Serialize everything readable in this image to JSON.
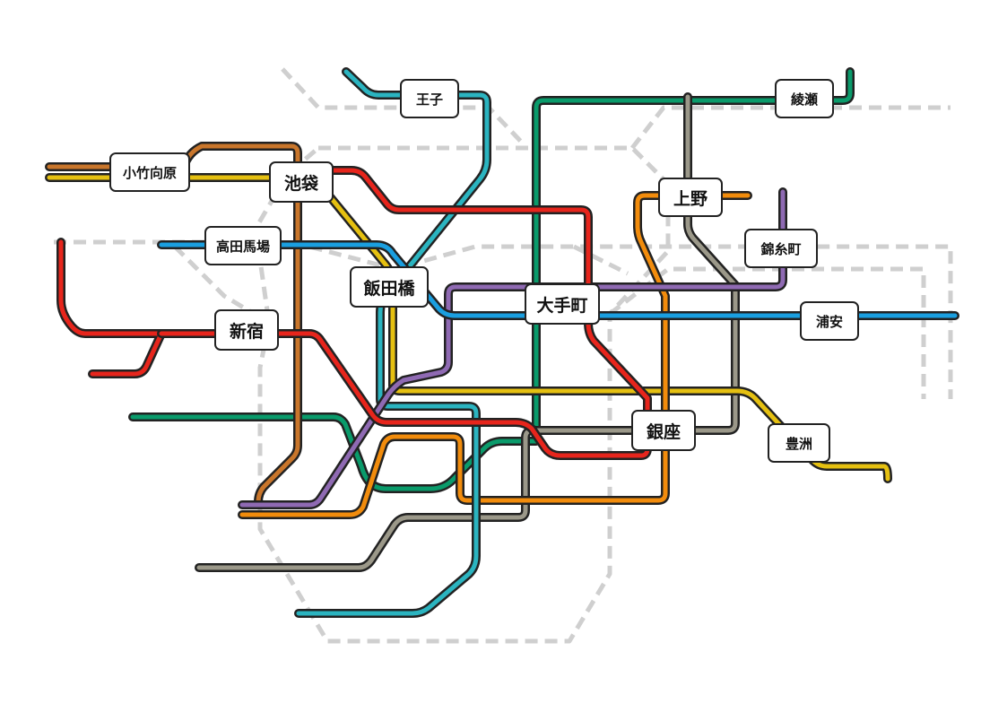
{
  "map": {
    "jr_color": "#cfcfcf",
    "lines": [
      {
        "id": "chiyoda",
        "color": "#0a9b6b"
      },
      {
        "id": "hibiya",
        "color": "#9b9889"
      },
      {
        "id": "yurakucho",
        "color": "#c9762b"
      },
      {
        "id": "fukutoshin",
        "color": "#b0662c"
      },
      {
        "id": "yurakucho-main",
        "color": "#e5c011"
      },
      {
        "id": "marunouchi",
        "color": "#e7251c"
      },
      {
        "id": "tozai",
        "color": "#1a9fe0"
      },
      {
        "id": "hanzomon",
        "color": "#8f6ab3"
      },
      {
        "id": "namboku",
        "color": "#2bb4c0"
      },
      {
        "id": "ginza",
        "color": "#f28c0c"
      }
    ],
    "stations": {
      "oji": "王子",
      "ayase": "綾瀬",
      "kotake_mukaihara": "小竹向原",
      "ikebukuro": "池袋",
      "ueno": "上野",
      "takadanobaba": "高田馬場",
      "kinshicho": "錦糸町",
      "iidabashi": "飯田橋",
      "otemachi": "大手町",
      "urayasu": "浦安",
      "shinjuku": "新宿",
      "ginza": "銀座",
      "toyosu": "豊洲"
    }
  }
}
